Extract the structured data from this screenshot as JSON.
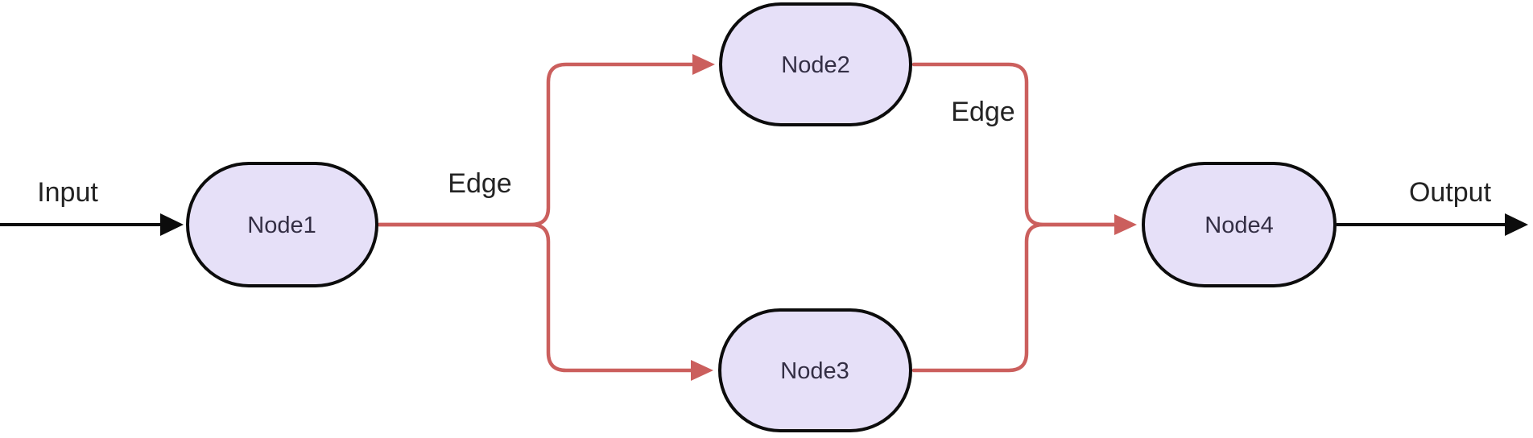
{
  "diagram": {
    "type": "flowchart-left-to-right",
    "background": "#ffffff",
    "colors": {
      "node_fill": "#e6e0f8",
      "node_border": "#0c0c0c",
      "node_text": "#332e44",
      "edge_red": "#cb5f5d",
      "arrow_black": "#0c0c0c",
      "label_text": "#232323"
    },
    "nodes": [
      {
        "id": "node1",
        "label": "Node1"
      },
      {
        "id": "node2",
        "label": "Node2"
      },
      {
        "id": "node3",
        "label": "Node3"
      },
      {
        "id": "node4",
        "label": "Node4"
      }
    ],
    "edges": [
      {
        "from": "node1",
        "to": "node2"
      },
      {
        "from": "node1",
        "to": "node3"
      },
      {
        "from": "node2",
        "to": "node4"
      },
      {
        "from": "node3",
        "to": "node4"
      }
    ],
    "edge_labels": [
      {
        "text": "Edge"
      },
      {
        "text": "Edge"
      }
    ],
    "io": {
      "input_label": "Input",
      "output_label": "Output"
    }
  }
}
